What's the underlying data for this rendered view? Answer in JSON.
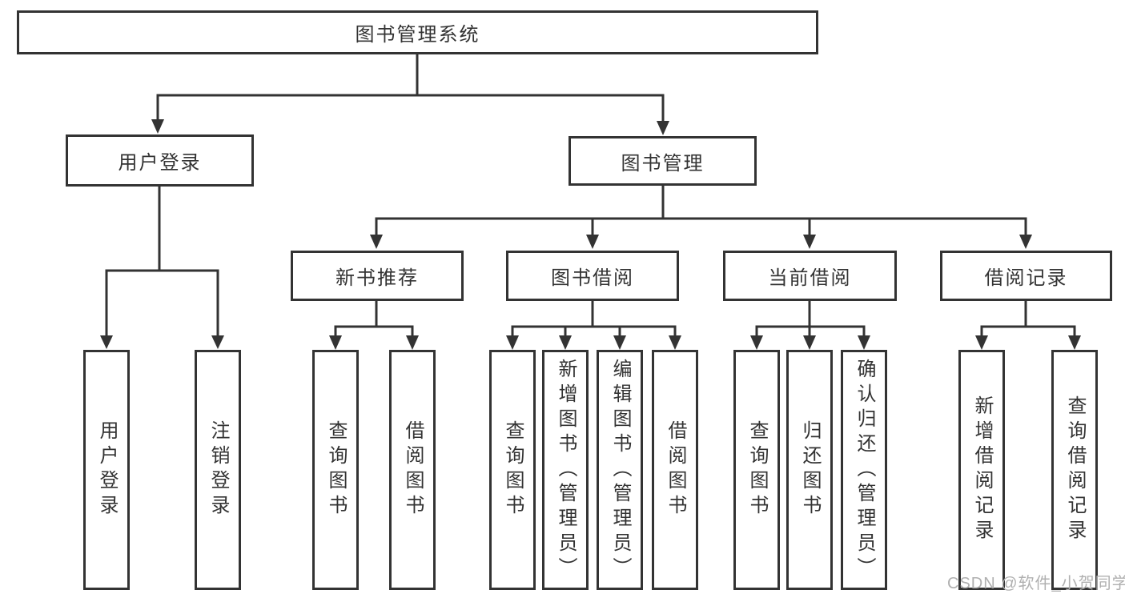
{
  "diagram": {
    "root": {
      "label": "图书管理系统"
    },
    "branches": [
      {
        "label": "用户登录",
        "children": [
          {
            "label": "用户登录"
          },
          {
            "label": "注销登录"
          }
        ]
      },
      {
        "label": "图书管理",
        "children": [
          {
            "label": "新书推荐",
            "children": [
              {
                "label": "查询图书"
              },
              {
                "label": "借阅图书"
              }
            ]
          },
          {
            "label": "图书借阅",
            "children": [
              {
                "label": "查询图书"
              },
              {
                "label": "新增图书（管理员）"
              },
              {
                "label": "编辑图书（管理员）"
              },
              {
                "label": "借阅图书"
              }
            ]
          },
          {
            "label": "当前借阅",
            "children": [
              {
                "label": "查询图书"
              },
              {
                "label": "归还图书"
              },
              {
                "label": "确认归还（管理员）"
              }
            ]
          },
          {
            "label": "借阅记录",
            "children": [
              {
                "label": "新增借阅记录"
              },
              {
                "label": "查询借阅记录"
              }
            ]
          }
        ]
      }
    ]
  },
  "watermark": {
    "text": "CSDN @软件_小贺同学"
  },
  "colors": {
    "line": "#333333",
    "text": "#333333",
    "background": "#ffffff",
    "watermark": "#b0b0b0"
  }
}
